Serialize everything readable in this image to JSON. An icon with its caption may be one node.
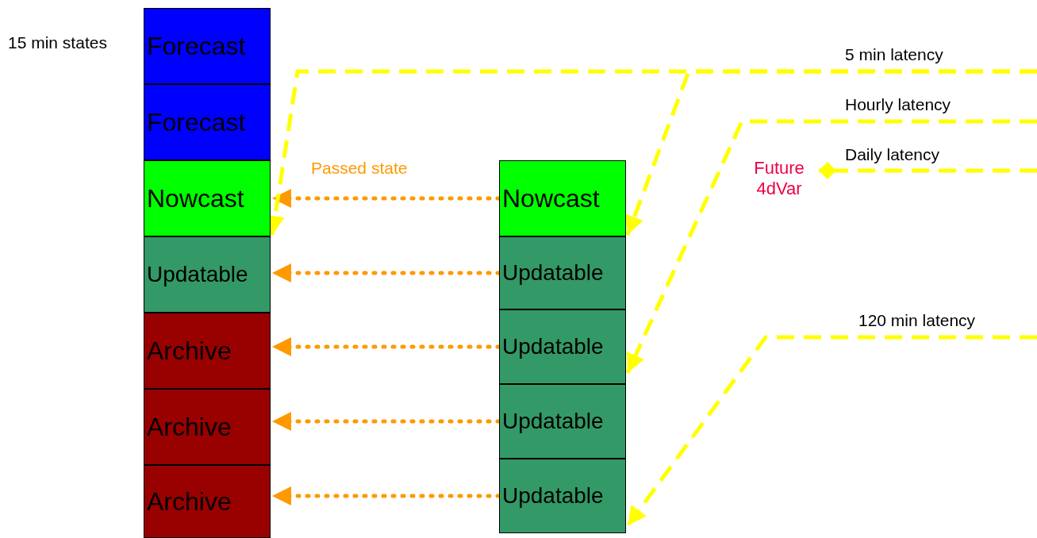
{
  "diagram": {
    "nodes": [
      {
        "text": [
          "Forecast"
        ]
      },
      {
        "text": [
          "Forecast"
        ]
      },
      {
        "text": [
          "Nowcast"
        ]
      },
      {
        "text": [
          "Updatable"
        ]
      },
      {
        "text": [
          "Archive"
        ]
      },
      {
        "text": [
          "Archive"
        ]
      },
      {
        "text": [
          "Archive"
        ]
      },
      {
        "text": [
          "Nowcast"
        ]
      },
      {
        "text": [
          "Updatable"
        ]
      },
      {
        "text": [
          "Updatable"
        ]
      },
      {
        "text": [
          "Updatable"
        ]
      },
      {
        "text": [
          "Updatable"
        ]
      },
      {
        "text": [
          "Future 4dVar"
        ]
      }
    ],
    "edges": [
      {
        "from": 7,
        "to": 2,
        "arrow": "to",
        "label": "Passed state",
        "style": "dashed",
        "color": "#ff9900"
      },
      {
        "from": 8,
        "to": 3,
        "arrow": "to",
        "style": "dashed",
        "color": "#ff9900"
      },
      {
        "from": 9,
        "to": 4,
        "arrow": "to",
        "style": "dashed",
        "color": "#ff9900"
      },
      {
        "from": 10,
        "to": 5,
        "arrow": "to",
        "style": "dashed",
        "color": "#ff9900"
      },
      {
        "from": 11,
        "to": 6,
        "arrow": "to",
        "style": "dashed",
        "color": "#ff9900"
      },
      {
        "from": null,
        "to": 2,
        "arrow": "to",
        "label": "5 min latency",
        "style": "dashed",
        "color": "#ffff00"
      },
      {
        "from": null,
        "to": 7,
        "arrow": "to",
        "style": "dashed",
        "color": "#ffff00"
      },
      {
        "from": null,
        "to": 9,
        "arrow": "to",
        "label": "Hourly latency",
        "style": "dashed",
        "color": "#ffff00"
      },
      {
        "from": null,
        "to": 12,
        "arrow": "other",
        "label": "Daily latency",
        "style": "dashed",
        "color": "#ffff00"
      },
      {
        "from": null,
        "to": 11,
        "arrow": "to",
        "label": "120 min latency",
        "style": "dashed",
        "color": "#ffff00"
      }
    ],
    "labels": [
      "15 min states"
    ]
  }
}
